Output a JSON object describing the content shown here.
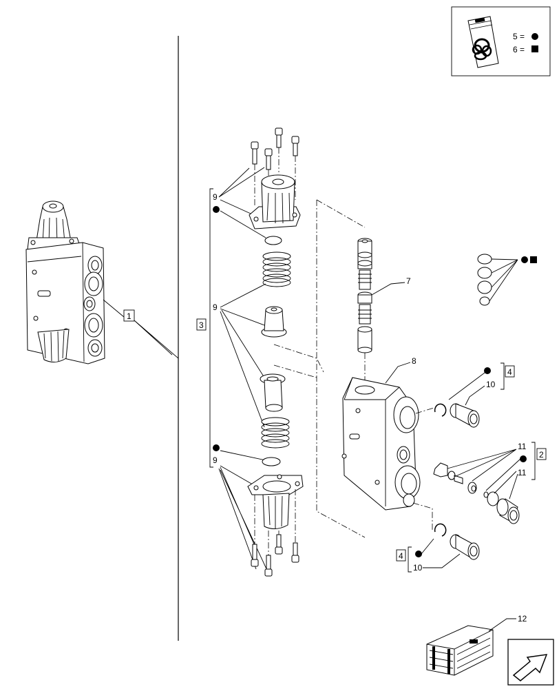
{
  "legend": {
    "kit_5_label": "5 =",
    "kit_6_label": "6 =",
    "kit_5_symbol": "circle",
    "kit_6_symbol": "square"
  },
  "callouts": {
    "c1": "1",
    "c2": "2",
    "c3": "3",
    "c4a": "4",
    "c4b": "4",
    "c7": "7",
    "c8": "8",
    "c9a": "9",
    "c9b": "9",
    "c9c": "9",
    "c10a": "10",
    "c10b": "10",
    "c11a": "11",
    "c11b": "11",
    "c12": "12"
  },
  "icons": {
    "seal_kit": "seal-kit-bag-icon",
    "crate": "shipping-crate-icon",
    "nav": "navigation-arrow-icon"
  }
}
